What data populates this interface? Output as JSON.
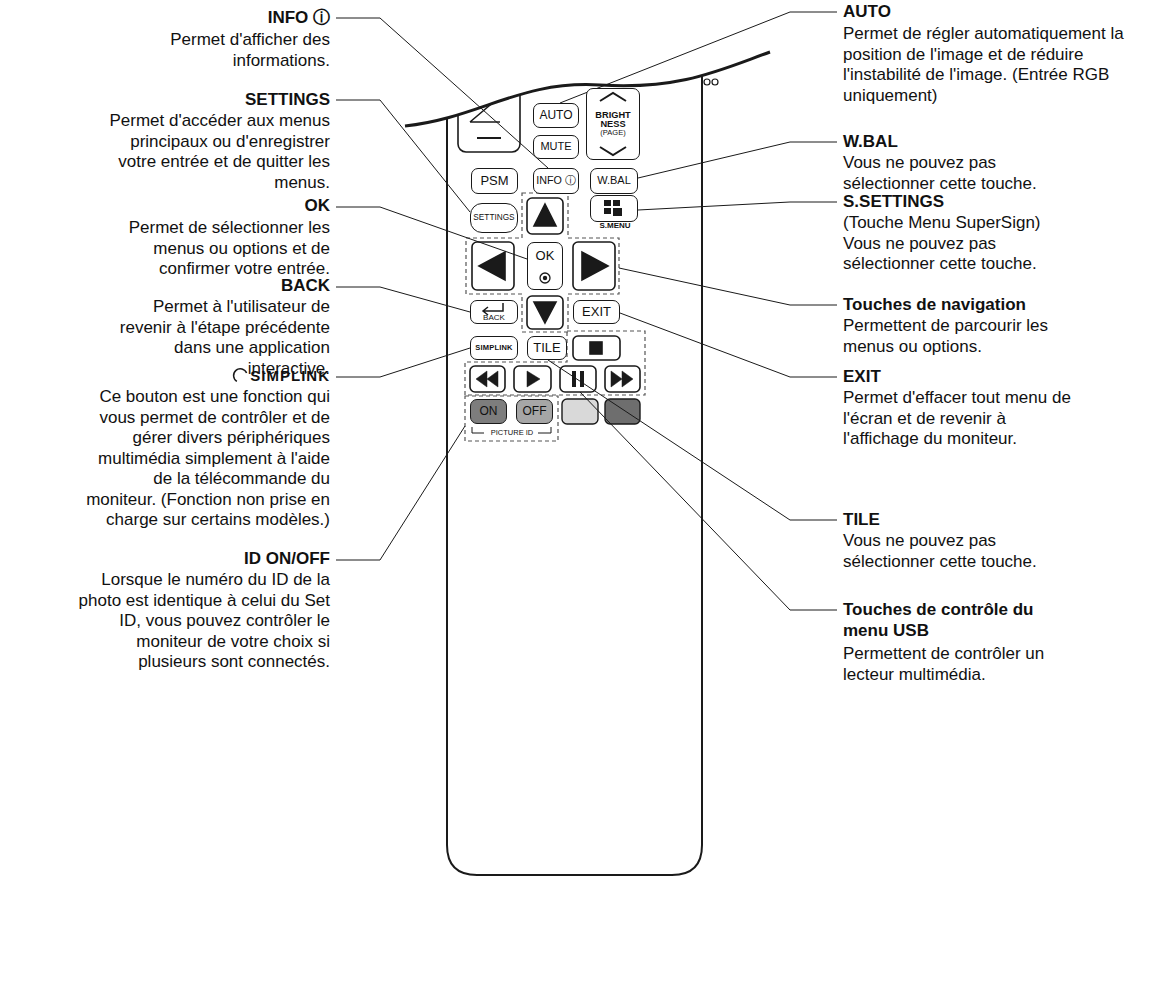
{
  "diagram": {
    "nodes": [
      {
        "text": [
          "AUTO"
        ]
      },
      {
        "text": [
          "MUTE"
        ]
      },
      {
        "text": [
          "BRIGHT NESS",
          "(PAGE)"
        ]
      },
      {
        "text": [
          "PSM"
        ]
      },
      {
        "text": [
          "INFO ⓘ"
        ]
      },
      {
        "text": [
          "W.BAL"
        ]
      },
      {
        "text": [
          "SETTINGS"
        ]
      },
      {
        "text": [
          "S.MENU"
        ]
      },
      {
        "text": [
          "OK"
        ]
      },
      {
        "text": [
          "BACK"
        ]
      },
      {
        "text": [
          "EXIT"
        ]
      },
      {
        "text": [
          "SIMPLINK"
        ]
      },
      {
        "text": [
          "TILE"
        ]
      },
      {
        "text": [
          "ON"
        ]
      },
      {
        "text": [
          "OFF"
        ]
      }
    ],
    "labels": [
      "INFO ⓘ",
      "Permet d'afficher des informations.",
      "SETTINGS",
      "Permet d'accéder aux menus principaux ou d'enregistrer votre entrée et de quitter les menus.",
      "OK",
      "Permet de sélectionner les menus ou options et de confirmer votre entrée.",
      "BACK",
      "Permet à l'utilisateur de revenir à l'étape précédente dans une application interactive.",
      "SIMPLINK",
      "Ce bouton est une fonction qui vous permet de contrôler et de gérer divers périphériques multimédia simplement à l'aide de la télécommande du moniteur. (Fonction non prise en charge sur certains modèles.)",
      "ID ON/OFF",
      "Lorsque le numéro du ID de la photo est identique à celui du Set ID, vous pouvez contrôler le moniteur de votre choix si plusieurs sont connectés.",
      "AUTO",
      "Permet de régler automatiquement la position de l'image et de réduire l'instabilité de l'image. (Entrée RGB uniquement)",
      "W.BAL",
      "Vous ne pouvez pas sélectionner cette touche.",
      "S.SETTINGS",
      "(Touche Menu SuperSign) Vous ne pouvez pas sélectionner cette touche.",
      "Touches de navigation",
      "Permettent de parcourir les menus ou options.",
      "EXIT",
      "Permet d'effacer tout menu de l'écran et de revenir à l'affichage du moniteur.",
      "TILE",
      "Vous ne pouvez pas sélectionner cette touche.",
      "Touches de contrôle du menu USB",
      "Permettent de contrôler un lecteur multimédia.",
      "PICTURE ID"
    ]
  }
}
